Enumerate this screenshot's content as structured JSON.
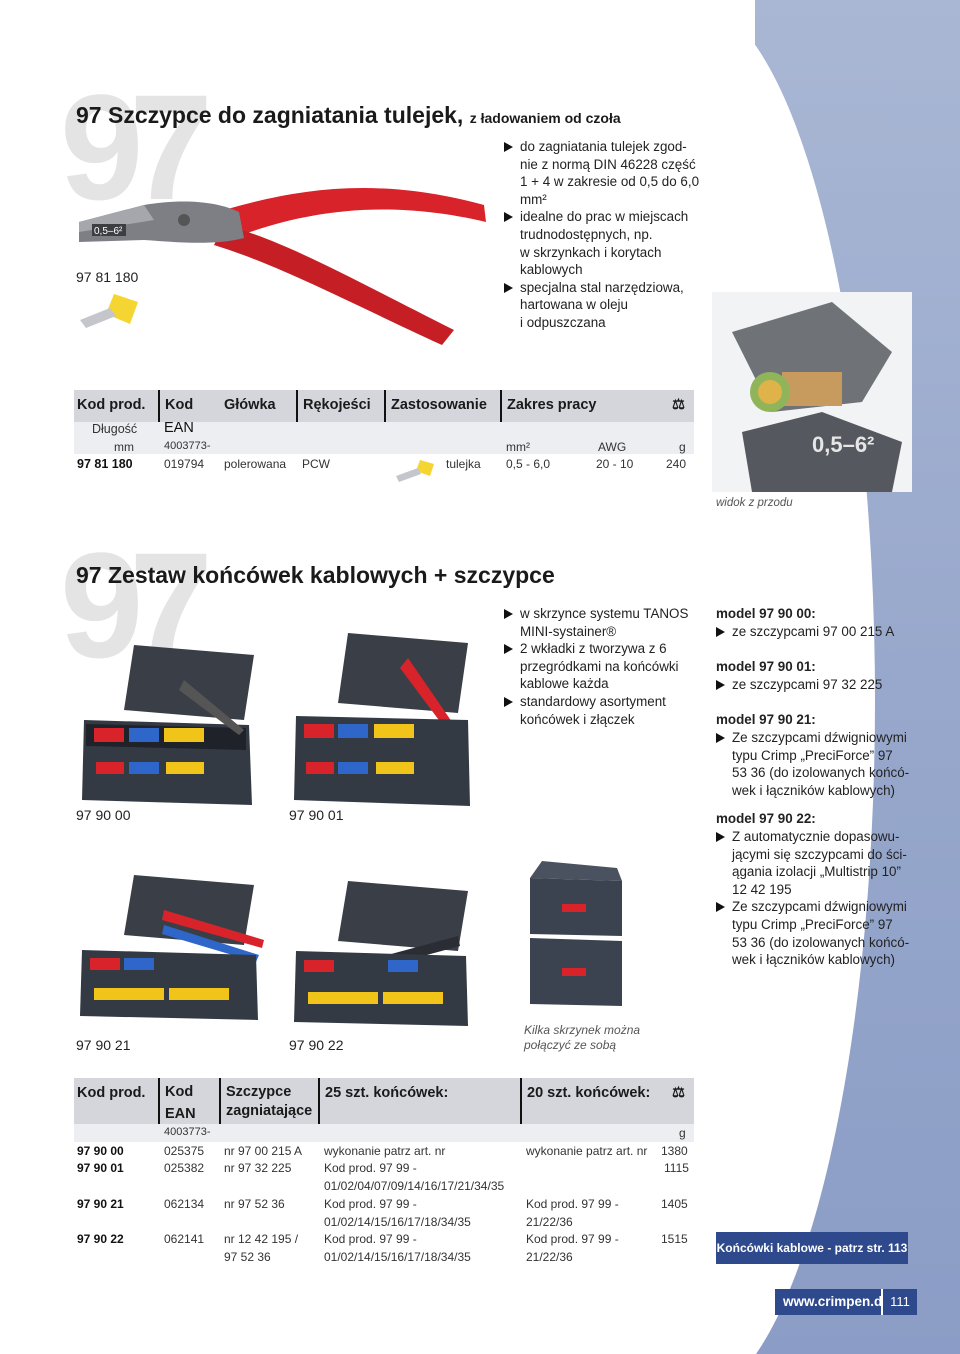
{
  "section1": {
    "big_number": "97",
    "title": "97 Szczypce do zagniatania tulejek,",
    "subtitle": "z ładowaniem od czoła",
    "product_code": "97 81 180",
    "bullets": [
      "do zagniatania tulejek zgod-",
      "nie z normą DIN 46228 część",
      "1 + 4 w zakresie od 0,5 do 6,0",
      "mm²",
      "idealne do prac w miejscach",
      "trudnodostępnych, np.",
      "w skrzynkach i korytach",
      "kablowych",
      "specjalna stal narzędziowa,",
      "hartowana w oleju",
      "i odpuszczana"
    ],
    "table": {
      "headers": [
        "Kod prod.",
        "Kod",
        "Główka",
        "Rękojeści",
        "Zastosowanie",
        "Zakres pracy"
      ],
      "weight_icon": "⚖",
      "sub_dl": "Długość",
      "sub_ean": "EAN",
      "units": {
        "mm": "mm",
        "ean": "4003773-",
        "mm2": "mm²",
        "awg": "AWG",
        "g": "g"
      },
      "row": {
        "code": "97 81 180",
        "ean": "019794",
        "head": "polerowana",
        "handles": "PCW",
        "use": "tulejka",
        "range": "0,5 - 6,0",
        "awg": "20 - 10",
        "weight": "240"
      }
    },
    "closeup_caption": "widok z przodu",
    "closeup_marking": "0,5–6²"
  },
  "section2": {
    "big_number": "97",
    "title": "97 Zestaw końcówek kablowych + szczypce",
    "bullets": [
      "w skrzynce systemu TANOS",
      "MINI-systainer®",
      "2 wkładki z tworzywa z 6",
      "przegródkami na końcówki",
      "kablowe każda",
      "standardowy asortyment",
      "końcówek i złączek"
    ],
    "box_labels": [
      "97 90 00",
      "97 90 01",
      "97 90 21",
      "97 90 22"
    ],
    "stack_caption_1": "Kilka skrzynek można",
    "stack_caption_2": "połączyć ze sobą",
    "models": [
      {
        "title": "model 97 90 00:",
        "lines": [
          "ze szczypcami 97 00 215 A"
        ]
      },
      {
        "title": "model 97 90 01:",
        "lines": [
          "ze szczypcami 97 32 225"
        ]
      },
      {
        "title": "model 97 90 21:",
        "lines": [
          "Ze szczypcami dźwigniowymi",
          "typu Crimp „PreciForce” 97",
          "53 36 (do izolowanych końcó-",
          "wek i łączników kablowych)"
        ]
      },
      {
        "title": "model 97 90 22:",
        "lines": [
          "Z automatycznie dopasowu-",
          "jącymi się szczypcami do ści-",
          "ągania izolacji „Multistrip 10”",
          "12 42 195"
        ],
        "lines2": [
          "Ze szczypcami dźwigniowymi",
          "typu Crimp „PreciForce” 97",
          "53 36 (do izolowanych końcó-",
          "wek i łączników kablowych)"
        ]
      }
    ],
    "table": {
      "headers": [
        "Kod prod.",
        "Kod",
        "Szczypce",
        "25 szt. końcówek:",
        "20 szt. końcówek:"
      ],
      "header_ean": "EAN",
      "header_sz2": "zagniatające",
      "ean_prefix": "4003773-",
      "g": "g",
      "rows": [
        {
          "code": "97 90 00",
          "ean": "025375",
          "pliers": "nr 97 00 215 A",
          "pliers2": "",
          "c25": "wykonanie patrz art. nr",
          "c25b": "",
          "c20": "wykonanie patrz art. nr",
          "c20b": "",
          "weight": "1380"
        },
        {
          "code": "97 90 01",
          "ean": "025382",
          "pliers": "nr 97 32 225",
          "pliers2": "",
          "c25": "Kod prod. 97 99 -",
          "c25b": "01/02/04/07/09/14/16/17/21/34/35",
          "c20": "",
          "c20b": "",
          "weight": "1115"
        },
        {
          "code": "97 90 21",
          "ean": "062134",
          "pliers": "nr 97 52 36",
          "pliers2": "",
          "c25": "Kod prod. 97 99 -",
          "c25b": "01/02/14/15/16/17/18/34/35",
          "c20": "Kod prod. 97 99 -",
          "c20b": "21/22/36",
          "weight": "1405"
        },
        {
          "code": "97 90 22",
          "ean": "062141",
          "pliers": "nr 12 42 195 /",
          "pliers2": "97 52 36",
          "c25": "Kod prod. 97 99 -",
          "c25b": "01/02/14/15/16/17/18/34/35",
          "c20": "Kod prod. 97 99 -",
          "c20b": "21/22/36",
          "weight": "1515"
        }
      ]
    },
    "note": "Końcówki kablowe - patrz str. 113"
  },
  "footer": {
    "website": "www.crimpen.de",
    "page": "111"
  },
  "colors": {
    "accent": "#2f4a8c",
    "side_band": "#98a8cc",
    "header_bg": "#d4d6dc",
    "handle_red": "#d8232a"
  }
}
